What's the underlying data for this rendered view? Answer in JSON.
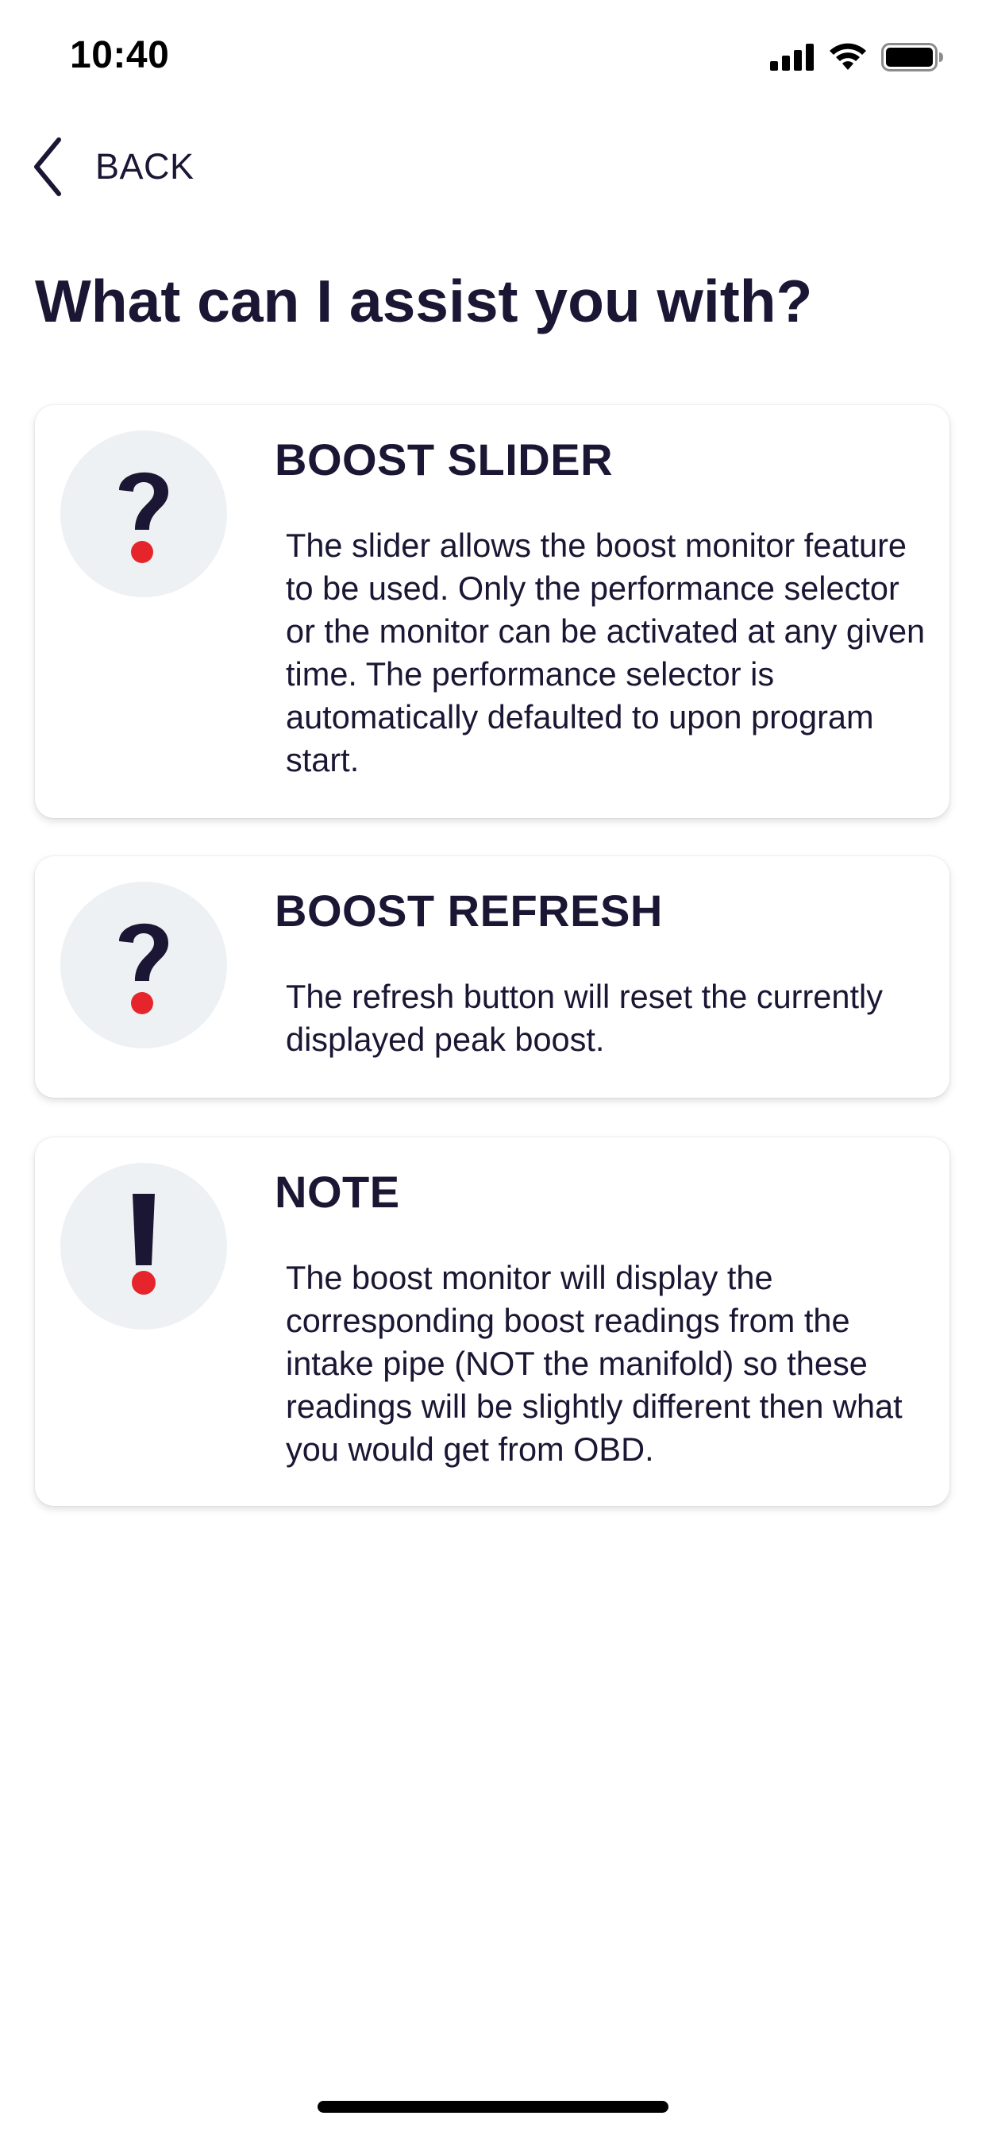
{
  "status_bar": {
    "time": "10:40"
  },
  "nav": {
    "back_label": "BACK"
  },
  "page": {
    "title": "What can I assist you with?"
  },
  "cards": [
    {
      "icon": "question-mark-icon",
      "title": "BOOST SLIDER",
      "body": "The slider allows the boost monitor feature to be used. Only the performance selector or the monitor can be activated at any given time. The performance selector is automatically defaulted to upon program start."
    },
    {
      "icon": "question-mark-icon",
      "title": "BOOST REFRESH",
      "body": "The refresh button will reset the currently displayed peak boost."
    },
    {
      "icon": "exclamation-icon",
      "title": "NOTE",
      "body": "The boost monitor will display the corresponding boost readings from the intake pipe (NOT the manifold) so these readings will be slightly different then what you would get from OBD."
    }
  ],
  "colors": {
    "text": "#1b1633",
    "accent_red": "#e5252b",
    "icon_circle_bg": "#eef1f3",
    "card_bg": "#ffffff"
  }
}
